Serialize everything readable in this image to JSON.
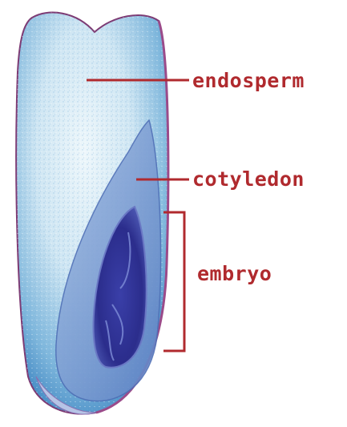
{
  "colors": {
    "label": "#b02a2e",
    "leader": "#b02a2e",
    "endosperm_light": "#dbeef7",
    "endosperm_blue": "#5da2cf",
    "cotyledon": "#6f93cf",
    "embryo_dark": "#2c2f8f",
    "outline": "#8a3b7a"
  },
  "labels": {
    "endosperm": "endosperm",
    "cotyledon": "cotyledon",
    "embryo": "embryo"
  }
}
